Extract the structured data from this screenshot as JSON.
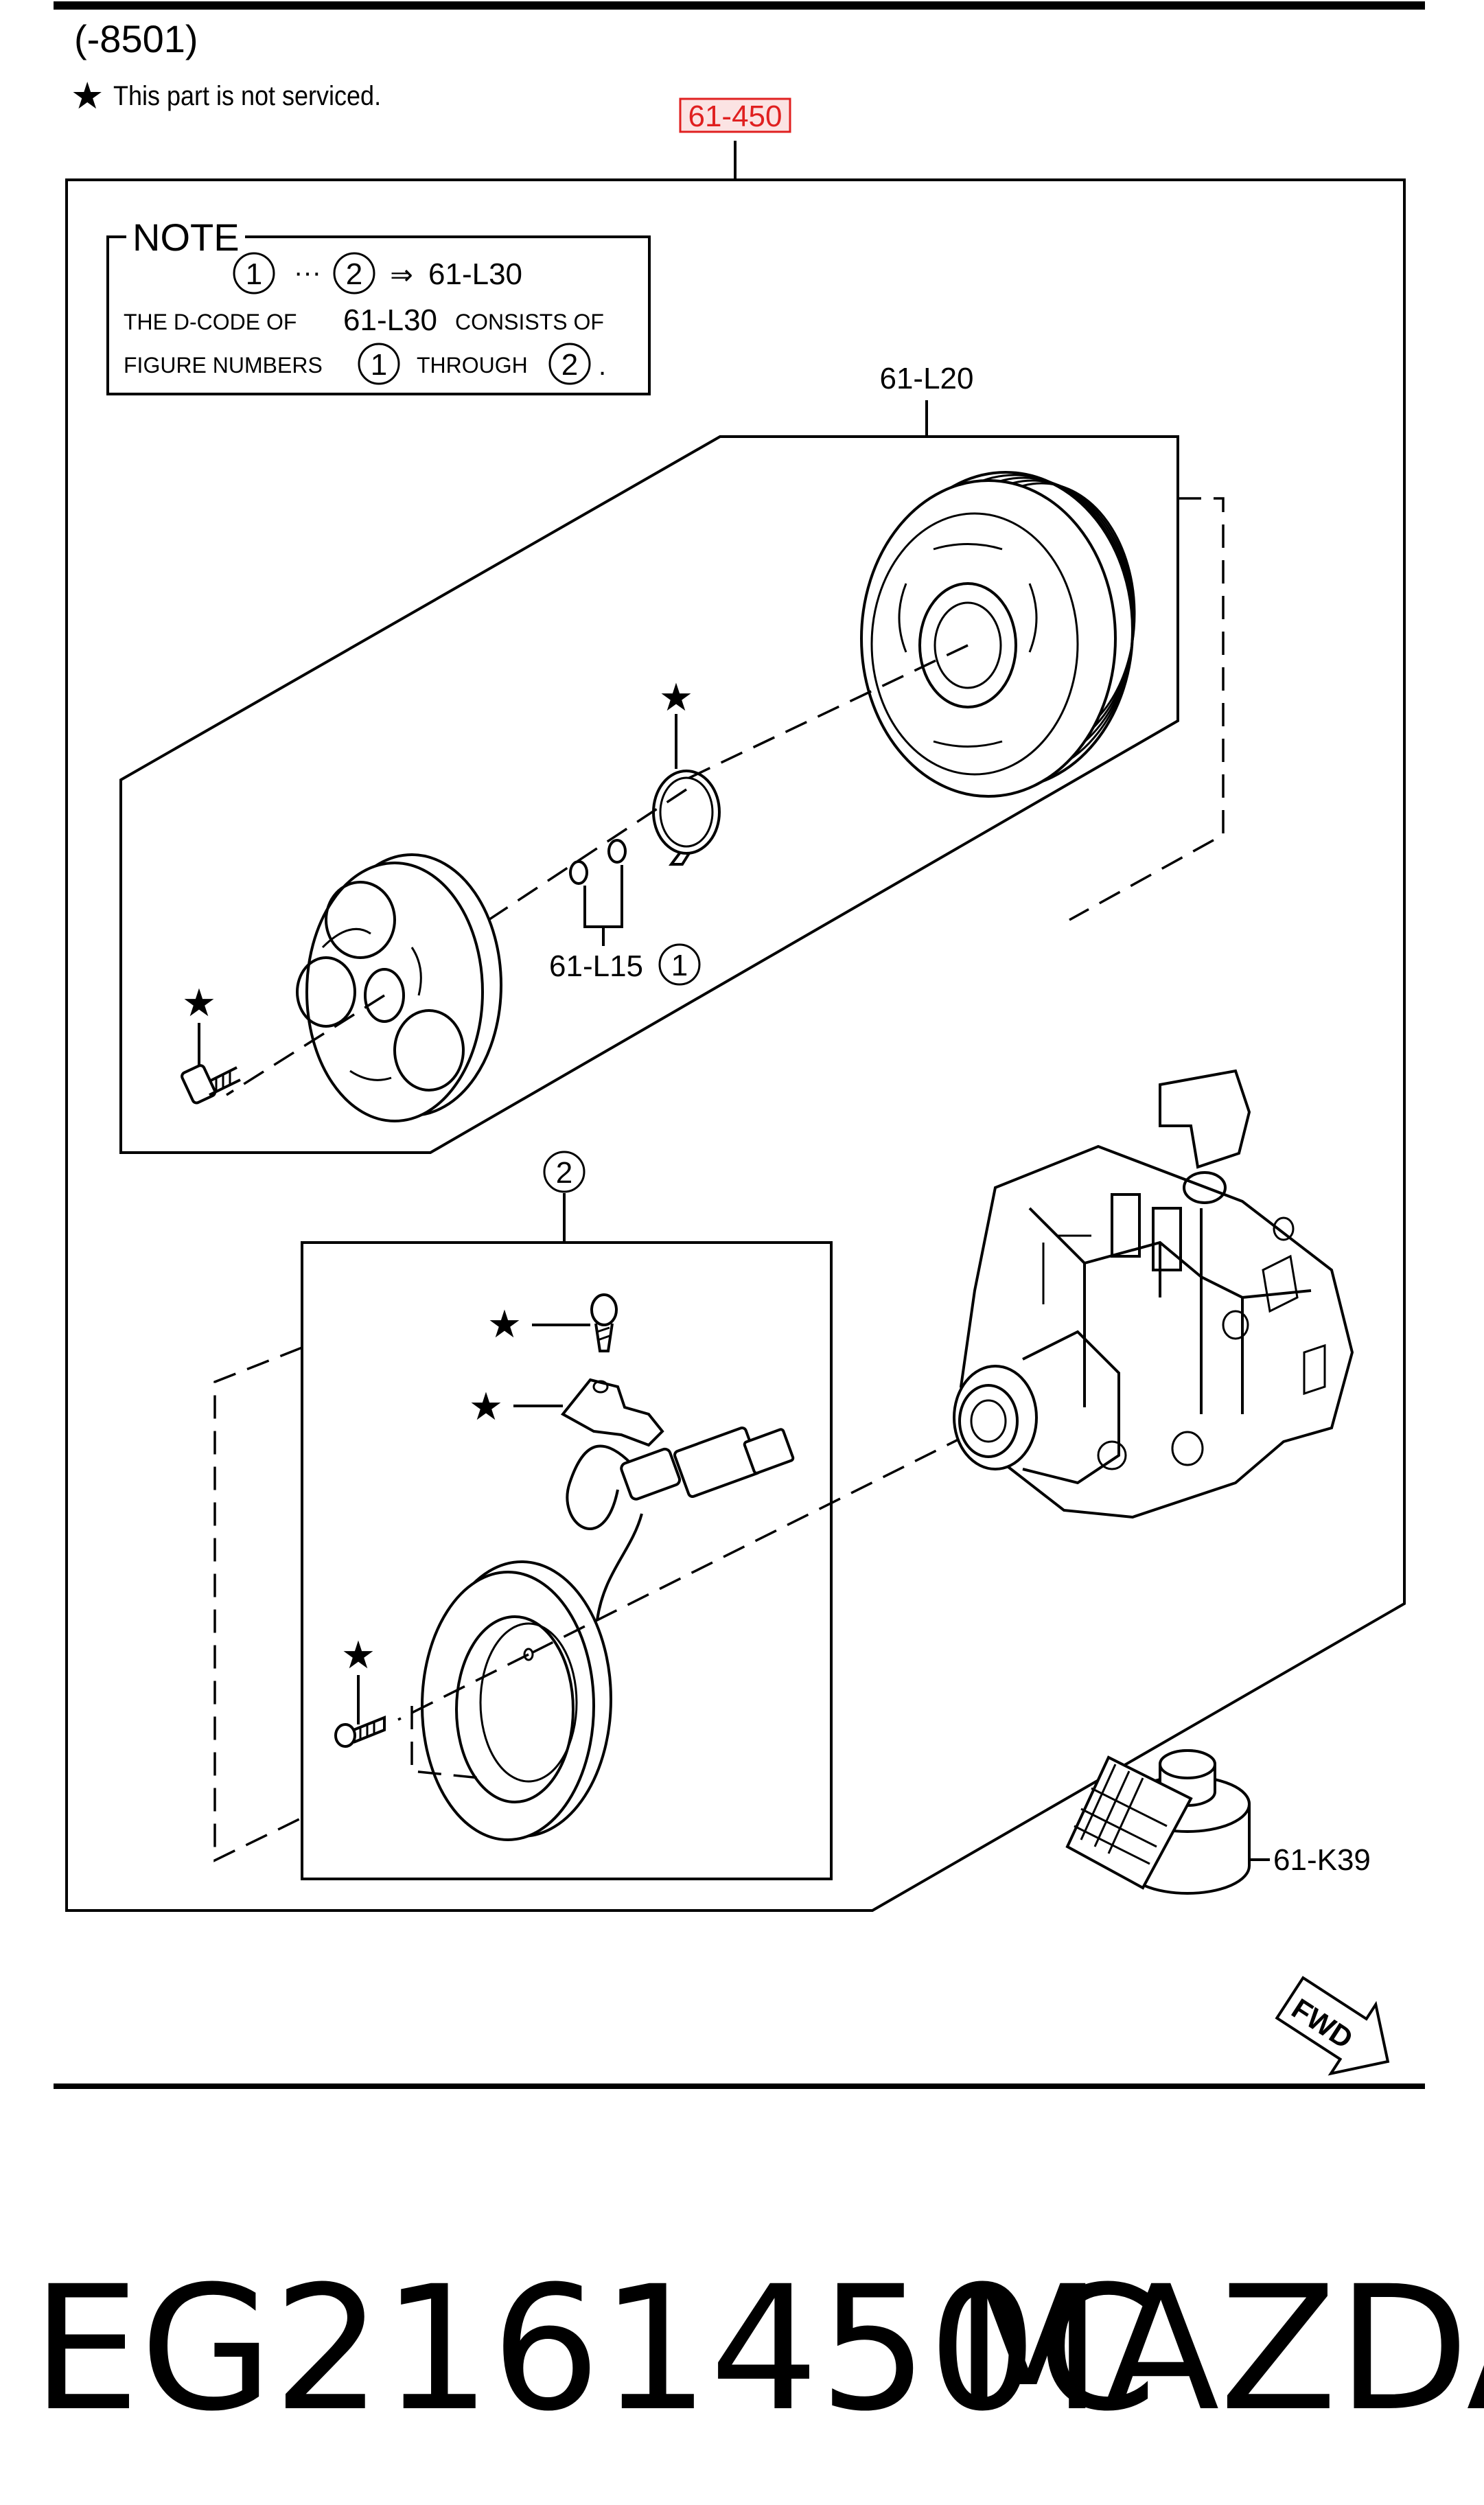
{
  "header": {
    "range": "(-8501)",
    "not_serviced_note": "This part is not serviced."
  },
  "assembly_code": "61-450",
  "note_box": {
    "title": "NOTE",
    "line1_start": "1",
    "line1_dots": "···",
    "line1_end": "2",
    "line1_arrow": "⇒",
    "line1_code": "61-L30",
    "line2_a": "THE D-CODE OF",
    "line2_code": "61-L30",
    "line2_b": "CONSISTS OF",
    "line3_a": "FIGURE NUMBERS",
    "line3_num1": "1",
    "line3_b": "THROUGH",
    "line3_num2": "2",
    "line3_end": "."
  },
  "labels": {
    "pulley": "61-L20",
    "shims": "61-L15",
    "shims_fig": "1",
    "clutch_fig": "2",
    "valve": "61-K39",
    "fwd": "FWD"
  },
  "star_glyph": "★",
  "part_number": "EG2161450C",
  "brand": "MAZDA",
  "colors": {
    "highlight": "#e02020",
    "ink": "#000000"
  }
}
